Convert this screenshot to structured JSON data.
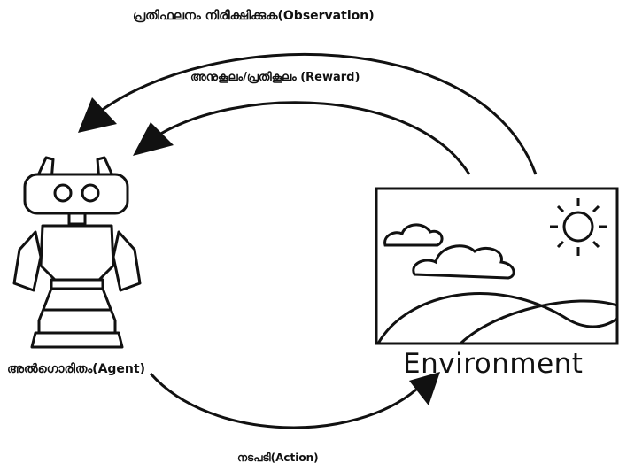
{
  "diagram": {
    "observation_label": "പ്രതിഫലനം നിരീക്ഷിക്കുക(Observation)",
    "reward_label": "അനുകൂലം/പ്രതികൂലം (Reward)",
    "agent_label": "അൽഗൊരിതം(Agent)",
    "environment_label": "Environment",
    "action_label": "നടപടി(Action)"
  },
  "colors": {
    "stroke": "#111111",
    "background": "#ffffff"
  },
  "icons": {
    "agent": "robot-icon",
    "environment": "landscape-icon",
    "sun": "sun-icon",
    "cloud": "cloud-icon"
  }
}
